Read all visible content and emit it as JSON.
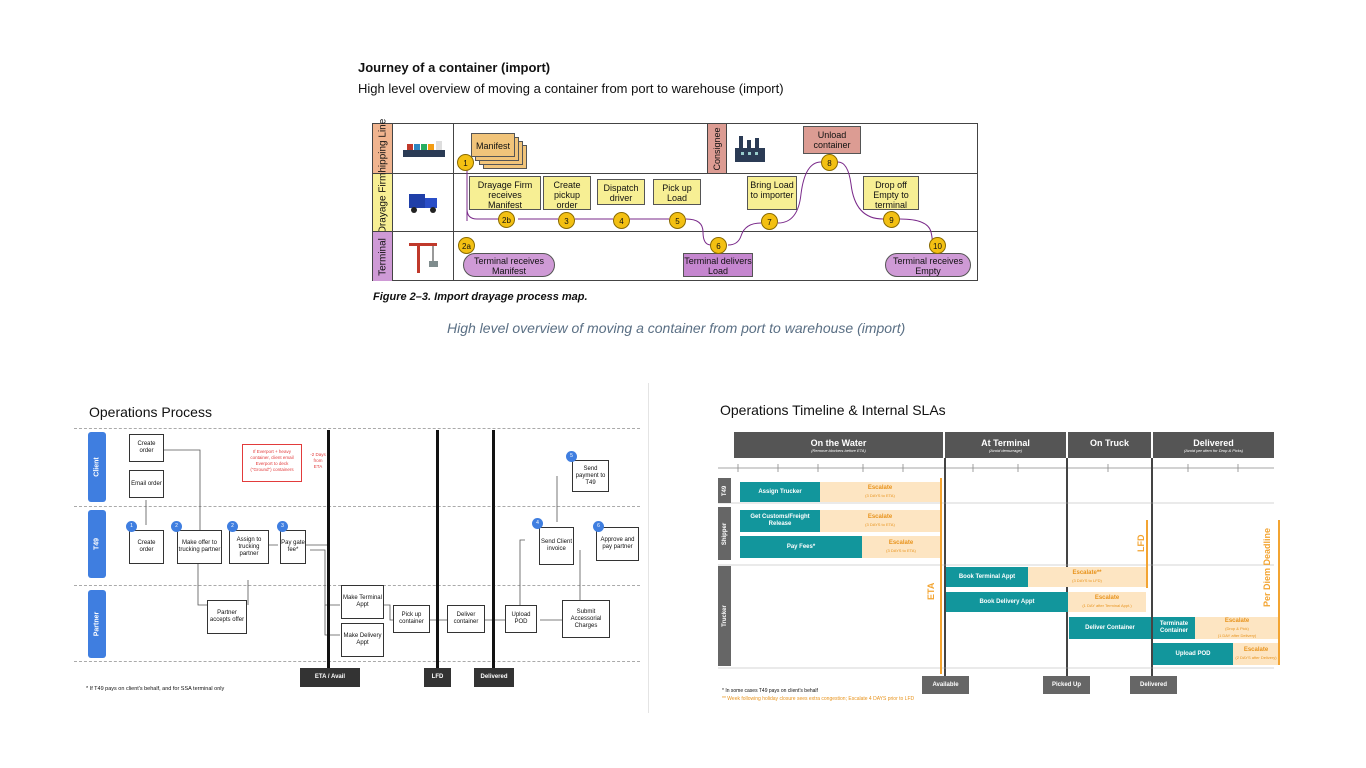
{
  "header": {
    "title": "Journey of a container (import)",
    "subtitle": "High level overview of moving a container from port to warehouse (import)"
  },
  "import_map": {
    "lanes": [
      "Shipping Line",
      "Drayage Firm",
      "Terminal"
    ],
    "consignee": "Consignee",
    "manifest": "Manifest",
    "steps": {
      "s1": "1",
      "s2a": "2a",
      "s2b": "2b",
      "s3": "3",
      "s4": "4",
      "s5": "5",
      "s6": "6",
      "s7": "7",
      "s8": "8",
      "s9": "9",
      "s10": "10"
    },
    "boxes": {
      "drayage_receives": "Drayage Firm receives Manifest",
      "create_pickup": "Create pickup order",
      "dispatch": "Dispatch driver",
      "pickup_load": "Pick up Load",
      "bring_load": "Bring Load to importer",
      "unload": "Unload container",
      "drop_empty": "Drop off Empty to terminal",
      "term_receives_manifest": "Terminal receives Manifest",
      "term_delivers_load": "Terminal delivers Load",
      "term_receives_empty": "Terminal receives Empty"
    },
    "figure_caption": "Figure 2–3.    Import drayage process map.",
    "caption": "High level overview of moving a container from port to warehouse (import)"
  },
  "ops_process": {
    "title": "Operations Process",
    "lanes": [
      "Client",
      "T49",
      "Partner"
    ],
    "boxes": {
      "create_order": "Create order",
      "email_order": "Email order",
      "create_order2": "Create order",
      "make_offer": "Make offer to trucking partner",
      "assign": "Assign to trucking partner",
      "pay_gate": "Pay gate fee*",
      "partner_accepts": "Partner accepts offer",
      "make_terminal": "Make Terminal Appt",
      "make_delivery": "Make Delivery Appt",
      "pickup_container": "Pick up container",
      "deliver_container": "Deliver container",
      "upload_pod": "Upload POD",
      "submit_charges": "Submit Accessorial Charges",
      "send_invoice": "Send Client invoice",
      "send_payment": "Send payment to T49",
      "approve_pay": "Approve and pay partner"
    },
    "circles": [
      "1",
      "2",
      "2",
      "3",
      "4",
      "5",
      "6"
    ],
    "note_red": "If Everport + heavy container, client email Everport to deck (\"Ground\") containers",
    "note_red2": "-2 Days from ETA",
    "milestones": [
      "ETA / Avail",
      "LFD",
      "Delivered"
    ],
    "footnote": "* If T49 pays on client's behalf, and for SSA terminal only"
  },
  "timeline": {
    "title": "Operations Timeline & Internal SLAs",
    "phases": [
      {
        "name": "On the Water",
        "note": "(Remove blockers before ETA)"
      },
      {
        "name": "At Terminal",
        "note": "(Avoid demurrage)"
      },
      {
        "name": "On Truck",
        "note": ""
      },
      {
        "name": "Delivered",
        "note": "(Avoid per diem for Drop & Picks)"
      }
    ],
    "lanes": [
      "T49",
      "Shipper",
      "Trucker"
    ],
    "tasks": {
      "assign_trucker": "Assign Trucker",
      "customs": "Get Customs/Freight Release",
      "pay_fees": "Pay Fees*",
      "book_terminal": "Book Terminal Appt",
      "book_delivery": "Book Delivery Appt",
      "deliver_container": "Deliver Container",
      "terminate_container": "Terminate Container",
      "upload_pod": "Upload POD"
    },
    "escalate": "Escalate",
    "escalate2": "Escalate**",
    "esc_notes": {
      "assign": "(3 DAYS to ETA)",
      "customs": "(3 DAYS to ETA)",
      "pay": "(3 DAYS to ETA)",
      "terminal": "(3 DAYS to LFD)",
      "delivery": "(1 DAY after Terminal Appt.)",
      "terminate": "(Drop & Pick)",
      "terminate2": "(1 DAY after Delivery)",
      "pod": "(2 DAYS after Delivery)"
    },
    "markers": [
      "ETA",
      "LFD",
      "Per Diem Deadline"
    ],
    "bottom": [
      "Available",
      "Picked Up",
      "Delivered"
    ],
    "foot1": "* In some cases T49 pays on client's behalf",
    "foot2": "** Week following holiday closure sees extra congestion; Escalate 4 DAYS prior to LFD"
  }
}
